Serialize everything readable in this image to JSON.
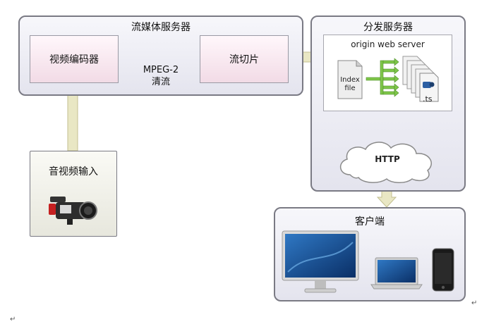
{
  "streaming_server": {
    "title": "流媒体服务器"
  },
  "video_encoder": {
    "label": "视频编码器"
  },
  "stream_segmenter": {
    "label": "流切片"
  },
  "encode_output": {
    "line1": "MPEG-2",
    "line2": "清流"
  },
  "av_input": {
    "label": "音视频输入",
    "icon": "video-camera-icon"
  },
  "distribution_server": {
    "title": "分发服务器",
    "origin_title": "origin web server",
    "index_label_line1": "Index",
    "index_label_line2": "file",
    "ts_label": ".ts"
  },
  "http_cloud": {
    "label": "HTTP"
  },
  "client": {
    "title": "客户端",
    "devices": [
      "desktop-monitor-icon",
      "laptop-icon",
      "smartphone-icon"
    ]
  },
  "colors": {
    "arrow": "#e9e7c4",
    "arrow_stroke": "#c3bf91",
    "panel_border": "#7a7a84",
    "box_fill": "#f2dbe6"
  }
}
